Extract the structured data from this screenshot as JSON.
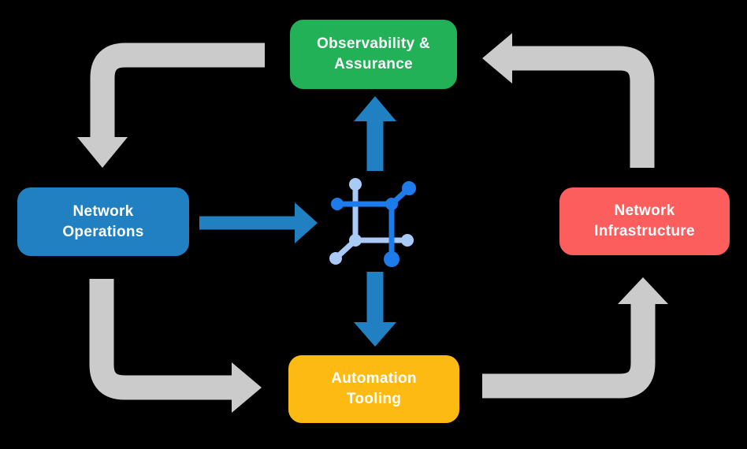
{
  "canvas": {
    "background": "#000000"
  },
  "colors": {
    "green": "#22b157",
    "blue": "#2080c2",
    "red": "#fc5d5d",
    "yellow": "#fcba12",
    "gray_arrow": "#cbcbcb",
    "text": "#ffffff"
  },
  "nodes": {
    "observability": {
      "lines": [
        "Observability &",
        "Assurance"
      ],
      "color": "#22b157"
    },
    "operations": {
      "lines": [
        "Network",
        "Operations"
      ],
      "color": "#2080c2"
    },
    "infrastructure": {
      "lines": [
        "Network",
        "Infrastructure"
      ],
      "color": "#fc5d5d"
    },
    "automation": {
      "lines": [
        "Automation",
        "Tooling"
      ],
      "color": "#fcba12"
    }
  },
  "center_icon": {
    "name": "network-fabric-icon",
    "dark": "#1d7ce9",
    "light": "#a9c9f7"
  },
  "cycle_arrows": [
    {
      "from": "observability",
      "to": "operations",
      "color": "#cbcbcb"
    },
    {
      "from": "operations",
      "to": "automation",
      "color": "#cbcbcb"
    },
    {
      "from": "automation",
      "to": "infrastructure",
      "color": "#cbcbcb"
    },
    {
      "from": "infrastructure",
      "to": "observability",
      "color": "#cbcbcb"
    }
  ],
  "center_arrows": [
    {
      "from": "operations",
      "to": "center-icon",
      "direction": "right",
      "color": "#2080c2"
    },
    {
      "from": "center-icon",
      "to": "observability",
      "direction": "up",
      "color": "#2080c2"
    },
    {
      "from": "center-icon",
      "to": "automation",
      "direction": "down",
      "color": "#2080c2"
    }
  ]
}
